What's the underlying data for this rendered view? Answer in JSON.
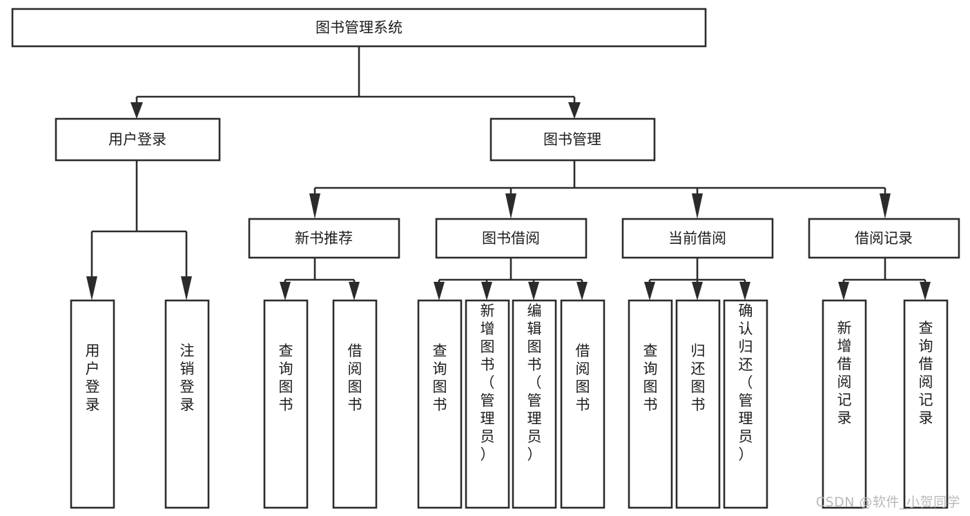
{
  "diagram": {
    "title": "图书管理系统",
    "type": "tree-hierarchy",
    "watermark": "CSDN @软件_小贺同学",
    "colors": {
      "stroke": "#2b2b2b",
      "fill": "#ffffff",
      "text": "#1c1c1c",
      "watermark": "#b9b9b9",
      "background": "#ffffff"
    },
    "levels": {
      "level1": "root",
      "level2": "modules",
      "level3": "submodules",
      "level4": "functions"
    },
    "nodes": {
      "root": {
        "id": "root",
        "label": "图书管理系统",
        "orientation": "horizontal"
      },
      "l2": [
        {
          "id": "user_login",
          "label": "用户登录",
          "orientation": "horizontal"
        },
        {
          "id": "book_manage",
          "label": "图书管理",
          "orientation": "horizontal"
        }
      ],
      "l3": [
        {
          "id": "new_book_rec",
          "label": "新书推荐",
          "orientation": "horizontal",
          "parent": "book_manage"
        },
        {
          "id": "book_borrow",
          "label": "图书借阅",
          "orientation": "horizontal",
          "parent": "book_manage"
        },
        {
          "id": "current_borrow",
          "label": "当前借阅",
          "orientation": "horizontal",
          "parent": "book_manage"
        },
        {
          "id": "borrow_record",
          "label": "借阅记录",
          "orientation": "horizontal",
          "parent": "book_manage"
        }
      ],
      "l4": [
        {
          "id": "leaf_user_login",
          "label": "用户登录",
          "orientation": "vertical",
          "parent": "user_login"
        },
        {
          "id": "leaf_logout",
          "label": "注销登录",
          "orientation": "vertical",
          "parent": "user_login"
        },
        {
          "id": "leaf_query_book_1",
          "label": "查询图书",
          "orientation": "vertical",
          "parent": "new_book_rec"
        },
        {
          "id": "leaf_borrow_book_1",
          "label": "借阅图书",
          "orientation": "vertical",
          "parent": "new_book_rec"
        },
        {
          "id": "leaf_query_book_2",
          "label": "查询图书",
          "orientation": "vertical",
          "parent": "book_borrow"
        },
        {
          "id": "leaf_add_book",
          "label": "新增图书（管理员）",
          "orientation": "vertical",
          "parent": "book_borrow"
        },
        {
          "id": "leaf_edit_book",
          "label": "编辑图书（管理员）",
          "orientation": "vertical",
          "parent": "book_borrow"
        },
        {
          "id": "leaf_borrow_book_2",
          "label": "借阅图书",
          "orientation": "vertical",
          "parent": "book_borrow"
        },
        {
          "id": "leaf_query_book_3",
          "label": "查询图书",
          "orientation": "vertical",
          "parent": "current_borrow"
        },
        {
          "id": "leaf_return_book",
          "label": "归还图书",
          "orientation": "vertical",
          "parent": "current_borrow"
        },
        {
          "id": "leaf_confirm_return",
          "label": "确认归还（管理员）",
          "orientation": "vertical",
          "parent": "current_borrow"
        },
        {
          "id": "leaf_add_record",
          "label": "新增借阅记录",
          "orientation": "vertical",
          "parent": "borrow_record"
        },
        {
          "id": "leaf_query_record",
          "label": "查询借阅记录",
          "orientation": "vertical",
          "parent": "borrow_record"
        }
      ]
    }
  }
}
